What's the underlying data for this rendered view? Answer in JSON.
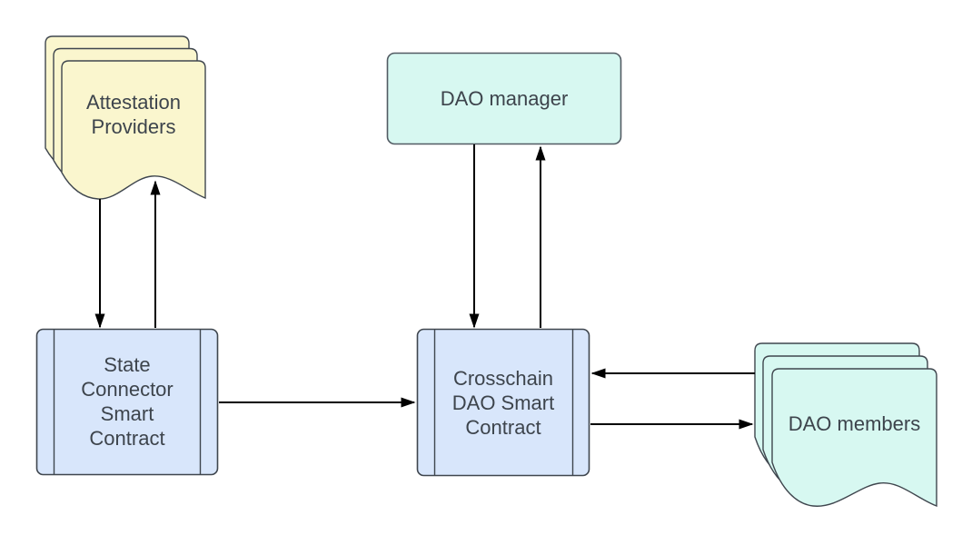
{
  "diagram": {
    "background": "#ffffff",
    "text_color": "#3d444c",
    "arrow_color": "#000000",
    "nodes": {
      "attestation_providers": {
        "label": "Attestation\nProviders",
        "shape": "multi-document",
        "fill": "#faf6ce",
        "stroke": "#3f464e"
      },
      "dao_manager": {
        "label": "DAO manager",
        "shape": "rounded-rectangle",
        "fill": "#d7f8f1",
        "stroke": "#525b63"
      },
      "state_connector": {
        "label": "State\nConnector\nSmart\nContract",
        "shape": "process",
        "fill": "#d8e6fb",
        "stroke": "#3f464e"
      },
      "crosschain_dao": {
        "label": "Crosschain\nDAO Smart\nContract",
        "shape": "process",
        "fill": "#d8e6fb",
        "stroke": "#3f464e"
      },
      "dao_members": {
        "label": "DAO members",
        "shape": "multi-document",
        "fill": "#d7f8f1",
        "stroke": "#3f464e"
      }
    },
    "edges": [
      {
        "from": "attestation_providers",
        "to": "state_connector",
        "direction": "down"
      },
      {
        "from": "state_connector",
        "to": "attestation_providers",
        "direction": "up"
      },
      {
        "from": "dao_manager",
        "to": "crosschain_dao",
        "direction": "down"
      },
      {
        "from": "crosschain_dao",
        "to": "dao_manager",
        "direction": "up"
      },
      {
        "from": "state_connector",
        "to": "crosschain_dao",
        "direction": "right"
      },
      {
        "from": "dao_members",
        "to": "crosschain_dao",
        "direction": "left"
      },
      {
        "from": "crosschain_dao",
        "to": "dao_members",
        "direction": "right"
      }
    ]
  }
}
